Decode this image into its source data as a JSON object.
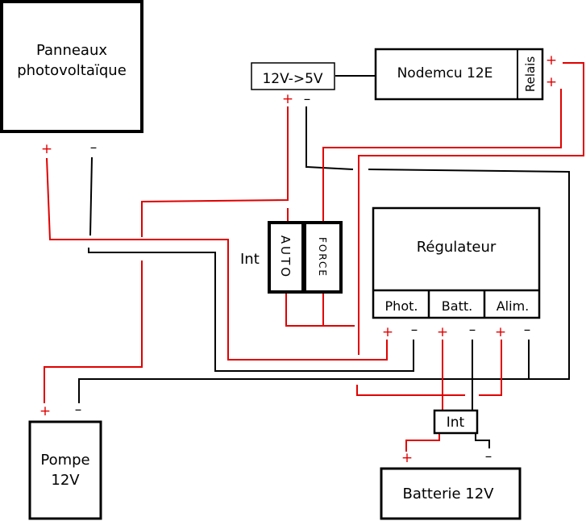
{
  "colors": {
    "positive_wire": "#e00000",
    "negative_wire": "#000000",
    "background": "#ffffff",
    "outline": "#000000"
  },
  "signs": {
    "plus": "+",
    "minus": "–"
  },
  "components": {
    "panels": {
      "line1": "Panneaux",
      "line2": "photovoltaïque"
    },
    "converter": {
      "label": "12V->5V"
    },
    "nodemcu": {
      "label": "Nodemcu 12E",
      "relay": "Relais"
    },
    "regulator": {
      "label": "Régulateur",
      "ports": [
        "Phot.",
        "Batt.",
        "Alim."
      ]
    },
    "switch_main": {
      "label": "Int",
      "pos_auto": "AUTO",
      "pos_force": "FORCE"
    },
    "switch_battery": {
      "label": "Int"
    },
    "pump": {
      "line1": "Pompe",
      "line2": "12V"
    },
    "battery": {
      "label": "Batterie 12V"
    }
  }
}
